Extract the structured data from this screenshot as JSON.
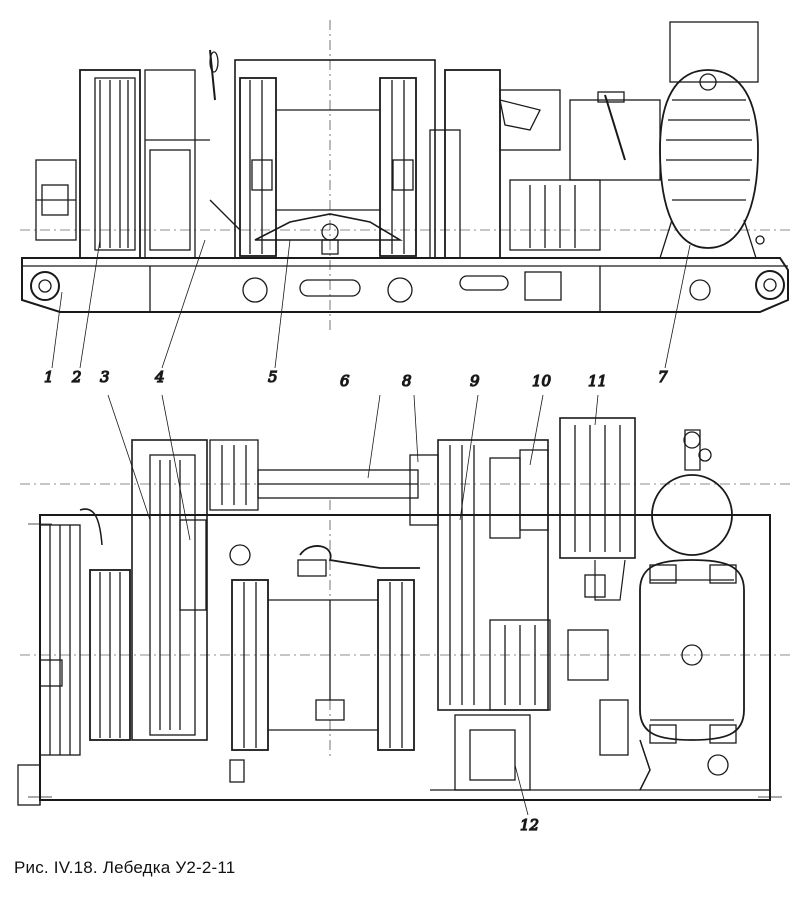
{
  "figure": {
    "caption": "Рис. IV.18. Лебедка У2-2-11",
    "callouts": {
      "c1": "1",
      "c2": "2",
      "c3": "3",
      "c4": "4",
      "c5": "5",
      "c6": "6",
      "c7": "7",
      "c8": "8",
      "c9": "9",
      "c10": "10",
      "c11": "11",
      "c12": "12"
    }
  },
  "colors": {
    "ink": "#1a1a1a",
    "paper": "#ffffff"
  }
}
